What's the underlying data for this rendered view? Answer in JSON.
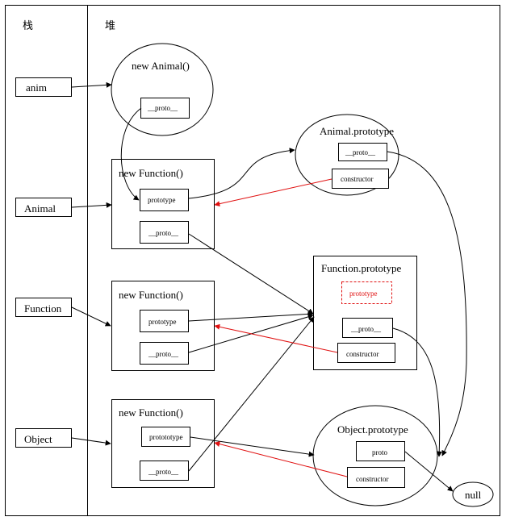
{
  "colors": {
    "line": "#000000",
    "highlight": "#e01010",
    "background": "#ffffff"
  },
  "headers": {
    "stack": "栈",
    "heap": "堆"
  },
  "stack_vars": {
    "anim": "anim",
    "animal": "Animal",
    "function": "Function",
    "object": "Object"
  },
  "new_animal": {
    "title": "new Animal()",
    "proto": "__proto__"
  },
  "animal_fn": {
    "title": "new Function()",
    "prototype": "prototype",
    "proto": "__proto__"
  },
  "function_fn": {
    "title": "new Function()",
    "prototype": "prototype",
    "proto": "__proto__"
  },
  "object_fn": {
    "title": "new Function()",
    "prototype": "protototype",
    "proto": "__proto__"
  },
  "animal_prototype": {
    "title": "Animal.prototype",
    "proto": "__proto__",
    "constructor": "constructor"
  },
  "function_prototype": {
    "title": "Function.prototype",
    "prototype": "prototype",
    "proto": "__proto__",
    "constructor": "constructor"
  },
  "object_prototype": {
    "title": "Object.prototype",
    "proto": "proto",
    "constructor": "constructor"
  },
  "null_node": {
    "label": "null"
  }
}
